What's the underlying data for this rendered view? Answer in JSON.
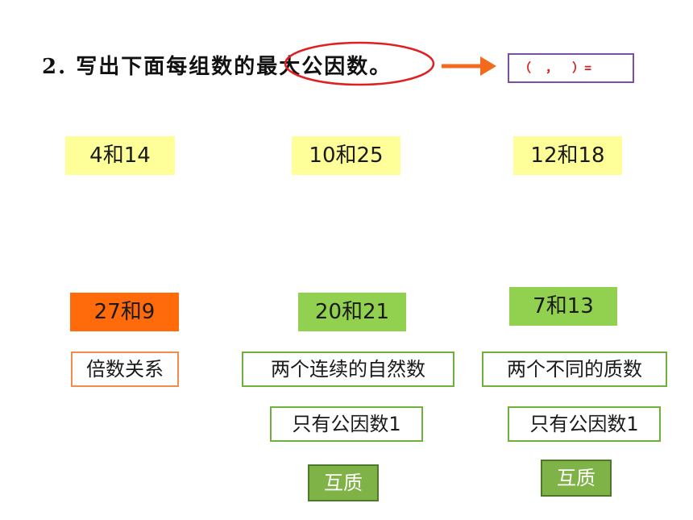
{
  "title": {
    "number": "2.",
    "prefix": "写出下面每组数的",
    "highlight": "最大公因数",
    "suffix": "。"
  },
  "formula_box": "（  ，  ）=",
  "colors": {
    "circle": "#e02020",
    "arrow": "#f26b1d",
    "yellow_box": "#ffff99",
    "orange_box": "#ff6a0a",
    "green_box": "#92d050",
    "tag_box": "#7fb347"
  },
  "groups_top": [
    {
      "label": "4和14"
    },
    {
      "label": "10和25"
    },
    {
      "label": "12和18"
    }
  ],
  "groups_bottom": [
    {
      "label": "27和9",
      "notes": [
        "倍数关系"
      ]
    },
    {
      "label": "20和21",
      "notes": [
        "两个连续的自然数",
        "只有公因数1"
      ],
      "tag": "互质"
    },
    {
      "label": "7和13",
      "notes": [
        "两个不同的质数",
        "只有公因数1"
      ],
      "tag": "互质"
    }
  ]
}
